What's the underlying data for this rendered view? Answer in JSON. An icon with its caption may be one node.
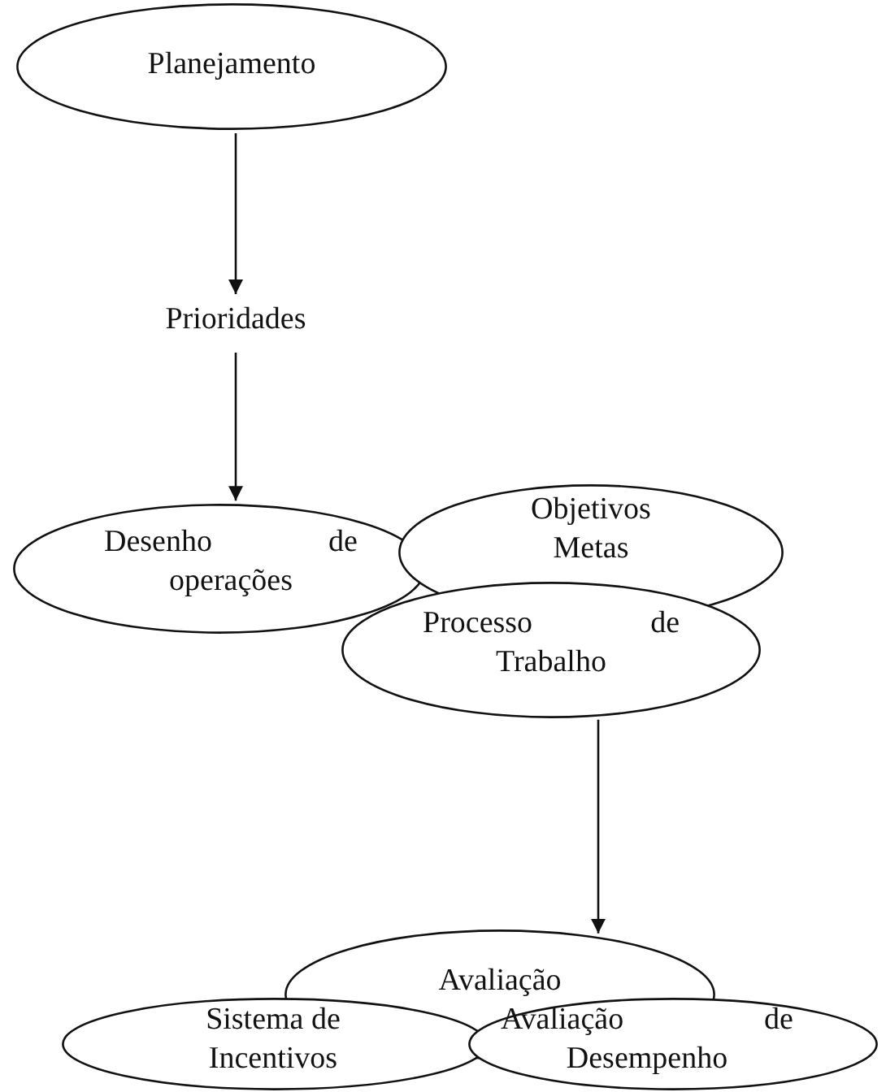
{
  "diagram": {
    "nodes": [
      {
        "text": [
          "Planejamento"
        ]
      },
      {
        "text": [
          "Prioridades"
        ]
      },
      {
        "text": [
          "Desenho de operações"
        ]
      },
      {
        "text": [
          "Objetivos Metas"
        ]
      },
      {
        "text": [
          "Processo de Trabalho"
        ]
      },
      {
        "text": [
          "Avaliação"
        ]
      },
      {
        "text": [
          "Sistema de Incentivos"
        ]
      },
      {
        "text": [
          "Avaliação de Desempenho"
        ]
      }
    ],
    "edges": [
      {
        "from": 0,
        "to": 1,
        "arrow": "to"
      },
      {
        "from": 1,
        "to": 2,
        "arrow": "to"
      },
      {
        "from": 4,
        "to": 5,
        "arrow": "to"
      }
    ]
  }
}
